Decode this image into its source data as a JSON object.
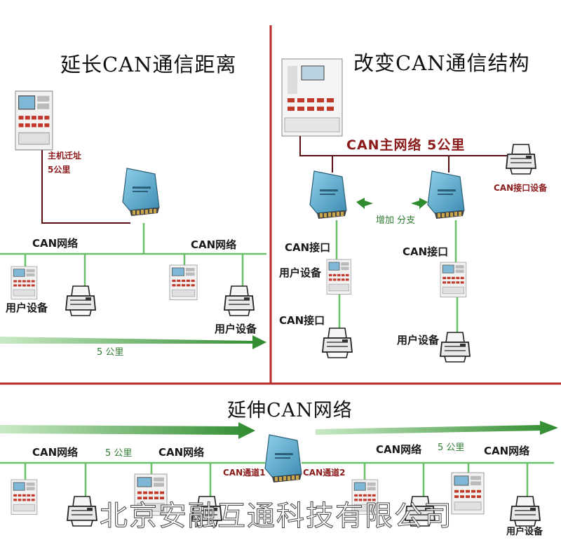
{
  "panel1": {
    "title": "延长CAN通信距离",
    "host_move": "主机迁址",
    "host_distance": "5公里",
    "net_left": "CAN网络",
    "net_right": "CAN网络",
    "user_left": "用户设备",
    "user_right": "用户设备",
    "arrow_distance": "5 公里"
  },
  "panel2": {
    "title": "改变CAN通信结构",
    "main_net": "CAN主网络  5公里",
    "add_branch": "增加 分支",
    "can_port_device": "CAN接口设备",
    "can_port_1": "CAN接口",
    "can_port_2": "CAN接口",
    "can_port_3": "CAN接口",
    "user_1": "用户设备",
    "user_2": "用户设备"
  },
  "panel3": {
    "title": "延伸CAN网络",
    "net_1": "CAN网络",
    "dist_1": "5 公里",
    "net_2": "CAN网络",
    "channel_1": "CAN通道1",
    "channel_2": "CAN通道2",
    "net_3": "CAN网络",
    "dist_2": "5 公里",
    "net_4": "CAN网络",
    "user": "用户设备"
  },
  "watermark": "北京安融互通科技有限公司",
  "colors": {
    "divider": "#b52a2a",
    "network_line": "#6abf69",
    "host_link": "#5a1010",
    "arrow": "#2e8b2e",
    "converter": "#5aa6c8"
  }
}
